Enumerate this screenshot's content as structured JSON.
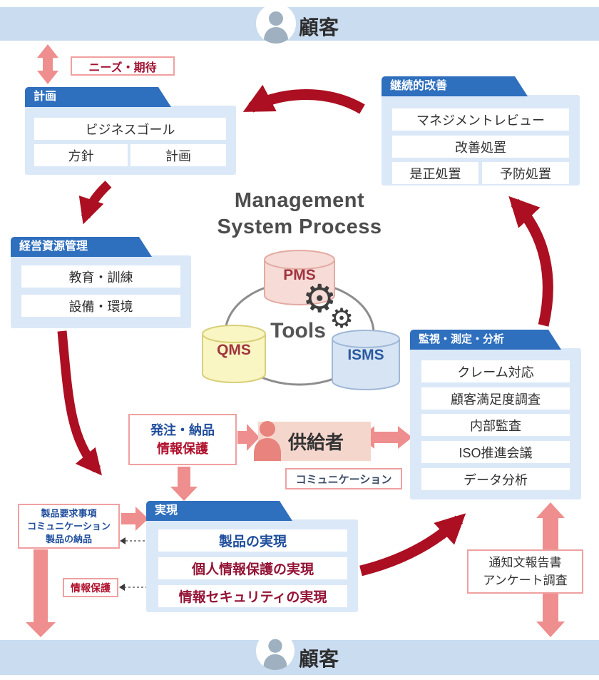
{
  "title": {
    "line1": "Management",
    "line2": "System Process"
  },
  "customers": {
    "top": "顧客",
    "bottom": "顧客"
  },
  "labels": {
    "needs": "ニーズ・期待",
    "communication": "コミュニケーション",
    "info_protection": "情報保護"
  },
  "plan": {
    "tab": "計画",
    "row1": "ビジネスゴール",
    "row2a": "方針",
    "row2b": "計画"
  },
  "improvement": {
    "tab": "継続的改善",
    "row1": "マネジメントレビュー",
    "row2": "改善処置",
    "row3a": "是正処置",
    "row3b": "予防処置"
  },
  "resources": {
    "tab": "経営資源管理",
    "row1": "教育・訓練",
    "row2": "設備・環境"
  },
  "tools": {
    "label": "Tools",
    "pms": "PMS",
    "qms": "QMS",
    "isms": "ISMS"
  },
  "monitoring": {
    "tab": "監視・測定・分析",
    "rows": [
      "クレーム対応",
      "顧客満足度調査",
      "内部監査",
      "ISO推進会議",
      "データ分析"
    ]
  },
  "order": {
    "line1": "発注・納品",
    "line2": "情報保護"
  },
  "supplier": {
    "label": "供給者"
  },
  "realization": {
    "tab": "実現",
    "row1": "製品の実現",
    "row2": "個人情報保護の実現",
    "row3": "情報セキュリティの実現"
  },
  "requirements": {
    "line1": "製品要求事項",
    "line2": "コミュニケーション",
    "line3": "製品の納品"
  },
  "report": {
    "line1": "通知文報告書",
    "line2": "アンケート調査"
  },
  "icons": {
    "gear": "⚙"
  },
  "colors": {
    "tab_blue": "#2e6fbe",
    "panel_blue": "#dbe8f7",
    "bar_blue": "#c9dcf0",
    "dark_red": "#ab0f21",
    "pink": "#ef8e8e",
    "text_blue": "#1f4e9c",
    "text_red": "#941335"
  }
}
